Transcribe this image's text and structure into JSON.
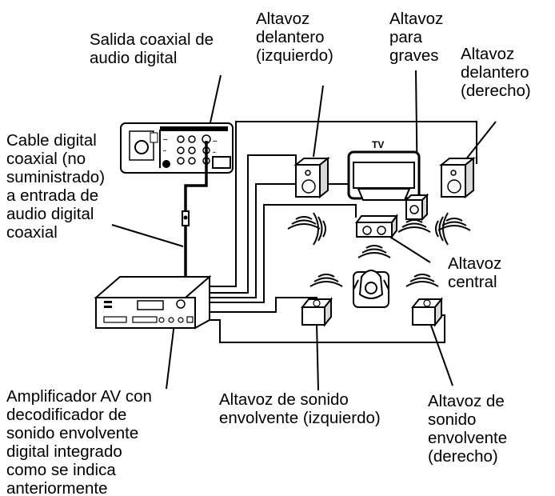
{
  "labels": {
    "salida": "Salida coaxial de\naudio digital",
    "front_left": "Altavoz\ndelantero\n(izquierdo)",
    "subwoofer": "Altavoz\npara\ngraves",
    "front_right": "Altavoz\ndelantero\n(derecho)",
    "cable": "Cable digital\ncoaxial (no\nsuministrado)\na entrada de\naudio digital\ncoaxial",
    "center": "Altavoz\ncentral",
    "amplifier": "Amplificador AV con\ndecodificador de\nsonido envolvente\ndigital integrado\ncomo se indica\nanteriormente",
    "surround_left": "Altavoz de sonido\nenvolvente (izquierdo)",
    "surround_right": "Altavoz de\nsonido\nenvolvente\n(derecho)",
    "tv": "TV"
  },
  "colors": {
    "line": "#000000",
    "fill_light": "#ffffff",
    "fill_gray": "#d9d9d9"
  }
}
